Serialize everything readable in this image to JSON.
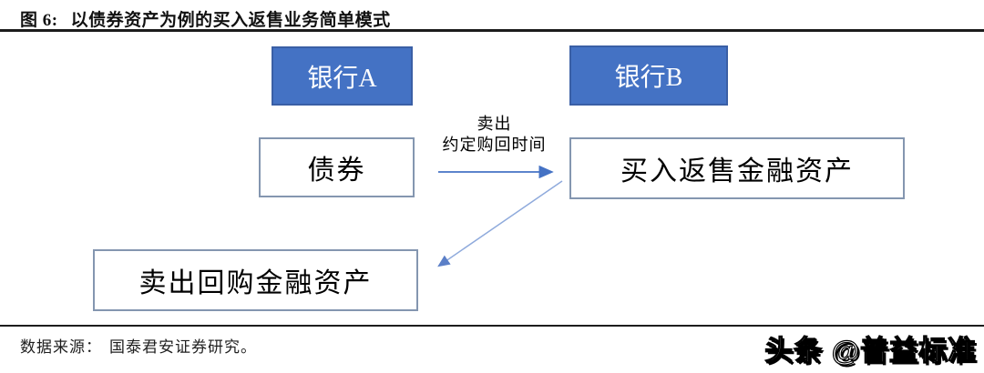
{
  "figure": {
    "label": "图 6:",
    "title": "以债券资产为例的买入返售业务简单模式"
  },
  "diagram": {
    "bank_a": "银行A",
    "bank_b": "银行B",
    "bond_box": "债券",
    "reverse_repo_box": "买入返售金融资产",
    "repo_box": "卖出回购金融资产",
    "arrow_label": {
      "line1": "卖出",
      "line2": "约定购回时间"
    }
  },
  "footer": {
    "source_label": "数据来源：",
    "source_text": "国泰君安证券研究。"
  },
  "watermark": "头条 @普益标准",
  "colors": {
    "bank_fill": "#4472C4",
    "bank_border": "#3A5FA5",
    "box_border": "#8496B0",
    "arrow_solid": "#4472C4",
    "arrow_light": "#8FAADC",
    "rule": "#1C1C1C"
  }
}
